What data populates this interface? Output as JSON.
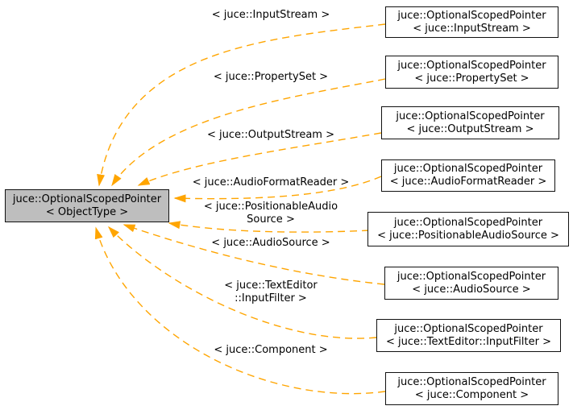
{
  "colors": {
    "edge": "#ffa500",
    "main_node_fill": "#bebebe",
    "node_fill": "#ffffff",
    "node_border": "#111111",
    "text": "#000000",
    "background": "#ffffff"
  },
  "main_node": {
    "line1": "juce::OptionalScopedPointer",
    "line2": "< ObjectType >"
  },
  "nodes": [
    {
      "line1": "juce::OptionalScopedPointer",
      "line2": "< juce::InputStream >"
    },
    {
      "line1": "juce::OptionalScopedPointer",
      "line2": "< juce::PropertySet >"
    },
    {
      "line1": "juce::OptionalScopedPointer",
      "line2": "< juce::OutputStream >"
    },
    {
      "line1": "juce::OptionalScopedPointer",
      "line2": "< juce::AudioFormatReader >"
    },
    {
      "line1": "juce::OptionalScopedPointer",
      "line2": "< juce::PositionableAudioSource >"
    },
    {
      "line1": "juce::OptionalScopedPointer",
      "line2": "< juce::AudioSource >"
    },
    {
      "line1": "juce::OptionalScopedPointer",
      "line2": "< juce::TextEditor::InputFilter >"
    },
    {
      "line1": "juce::OptionalScopedPointer",
      "line2": "< juce::Component >"
    }
  ],
  "edges": [
    {
      "label1": "< juce::InputStream >",
      "label2": ""
    },
    {
      "label1": "< juce::PropertySet >",
      "label2": ""
    },
    {
      "label1": "< juce::OutputStream >",
      "label2": ""
    },
    {
      "label1": "< juce::AudioFormatReader >",
      "label2": ""
    },
    {
      "label1": "< juce::PositionableAudio",
      "label2": "Source >"
    },
    {
      "label1": "< juce::AudioSource >",
      "label2": ""
    },
    {
      "label1": "< juce::TextEditor",
      "label2": "::InputFilter >"
    },
    {
      "label1": "< juce::Component >",
      "label2": ""
    }
  ]
}
